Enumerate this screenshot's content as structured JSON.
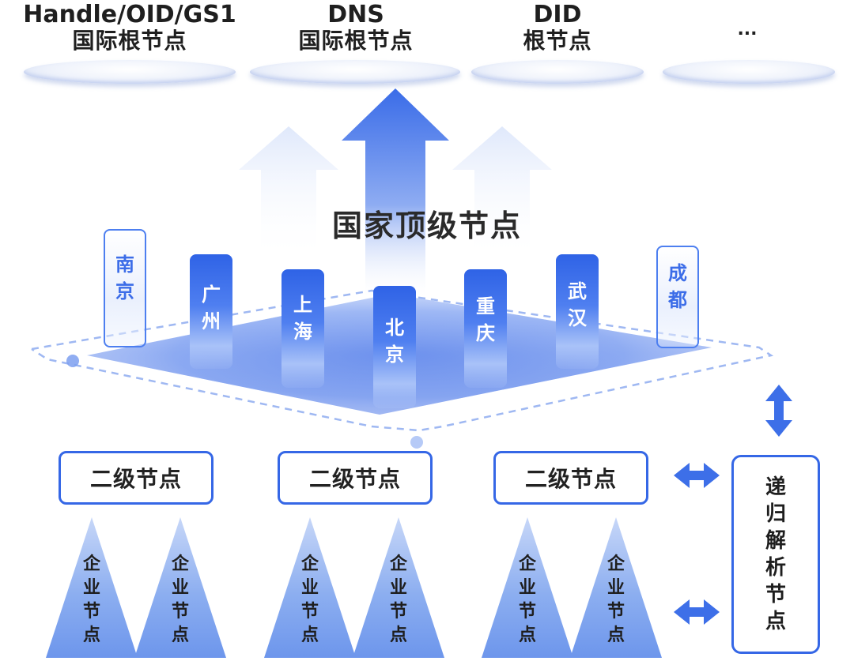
{
  "roots": [
    {
      "line1": "Handle/OID/GS1",
      "line2": "国际根节点"
    },
    {
      "line1": "DNS",
      "line2": "国际根节点"
    },
    {
      "line1": "DID",
      "line2": "根节点"
    },
    {
      "line1": "...",
      "line2": ""
    }
  ],
  "top_level": {
    "title": "国家顶级节点",
    "cities": [
      {
        "name": [
          "南",
          "京"
        ],
        "style": "outline"
      },
      {
        "name": [
          "广",
          "州"
        ],
        "style": "solid"
      },
      {
        "name": [
          "上",
          "海"
        ],
        "style": "solid"
      },
      {
        "name": [
          "北",
          "京"
        ],
        "style": "solid"
      },
      {
        "name": [
          "重",
          "庆"
        ],
        "style": "solid"
      },
      {
        "name": [
          "武",
          "汉"
        ],
        "style": "solid"
      },
      {
        "name": [
          "成",
          "都"
        ],
        "style": "outline"
      }
    ]
  },
  "secondary_nodes": [
    "二级节点",
    "二级节点",
    "二级节点"
  ],
  "enterprise_nodes": [
    [
      "企",
      "业",
      "节",
      "点"
    ],
    [
      "企",
      "业",
      "节",
      "点"
    ],
    [
      "企",
      "业",
      "节",
      "点"
    ],
    [
      "企",
      "业",
      "节",
      "点"
    ],
    [
      "企",
      "业",
      "节",
      "点"
    ],
    [
      "企",
      "业",
      "节",
      "点"
    ]
  ],
  "recursive_node": [
    "递",
    "归",
    "解",
    "析",
    "节",
    "点"
  ],
  "colors": {
    "primary": "#3567e6",
    "pillar_solid": "#2f63e6",
    "triangle": "#8caef0",
    "arrow": "#3d6fe8",
    "root_disc": "#eef2fb"
  }
}
